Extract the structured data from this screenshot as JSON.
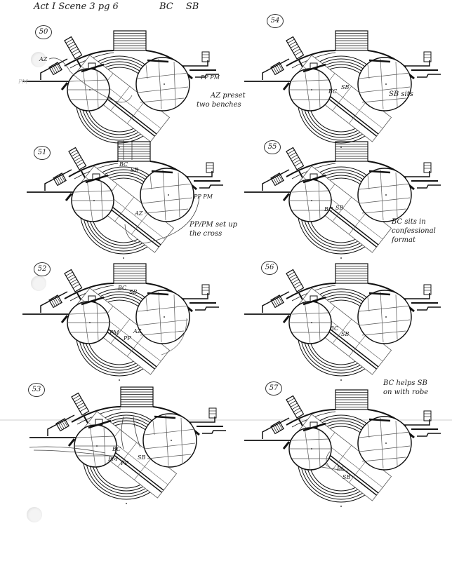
{
  "document": {
    "header": {
      "title": "Act I Scene 3 pg 6",
      "characters": [
        "BC",
        "SB"
      ]
    },
    "panels": [
      {
        "cue": "50",
        "note_lines": [
          "AZ preset",
          "two benches"
        ],
        "marks": [
          "AZ",
          "PP PM",
          "PM"
        ]
      },
      {
        "cue": "54",
        "note_lines": [
          "SB sits"
        ],
        "marks": [
          "BC",
          "SB"
        ]
      },
      {
        "cue": "51",
        "note_lines": [
          "PP/PM set up",
          "the cross"
        ],
        "marks": [
          "BC",
          "SB",
          "AZ",
          "PP PM"
        ]
      },
      {
        "cue": "55",
        "note_lines": [
          "BC sits in",
          "confessional",
          "format"
        ],
        "marks": [
          "BC",
          "SB"
        ]
      },
      {
        "cue": "52",
        "note_lines": [],
        "marks": [
          "BC",
          "SB",
          "PM",
          "PP",
          "AZ"
        ]
      },
      {
        "cue": "56",
        "note_lines": [],
        "marks": [
          "BC",
          "SB"
        ]
      },
      {
        "cue": "53",
        "note_lines": [],
        "marks": [
          "BC",
          "PM",
          "PP",
          "SB"
        ]
      },
      {
        "cue": "57",
        "note_lines": [
          "BC helps SB",
          "on with robe"
        ],
        "marks": [
          "BC",
          "SB"
        ]
      }
    ]
  },
  "colors": {
    "ink": "#111111",
    "pencil": "#555555",
    "paper": "#ffffff"
  }
}
